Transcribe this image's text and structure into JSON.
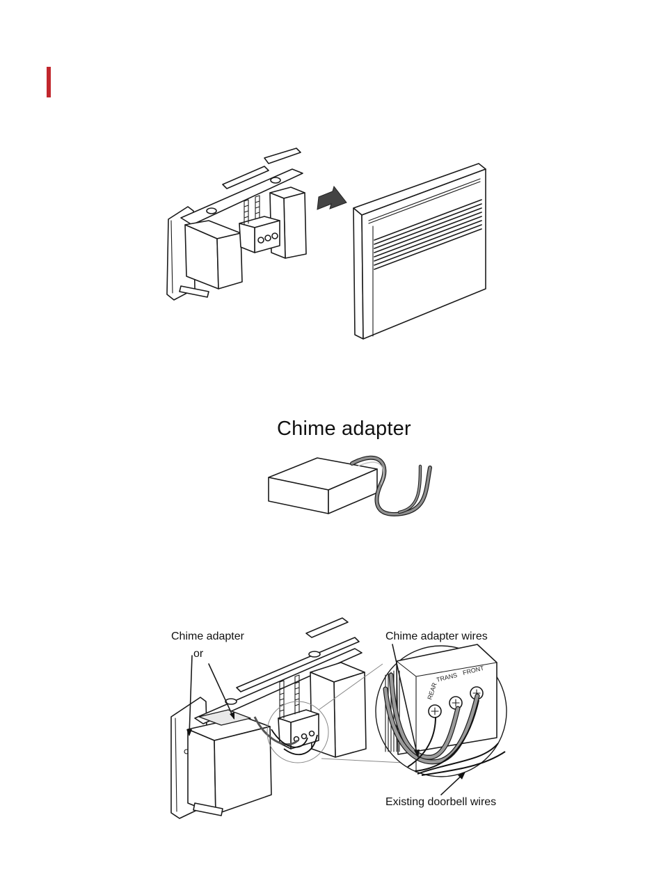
{
  "page": {
    "accent_color": "#c1272d",
    "background": "#ffffff"
  },
  "figure_1": {
    "icons": [
      "chime-mechanism-icon",
      "arrow-right-icon",
      "chime-cover-icon"
    ]
  },
  "figure_2": {
    "caption": "Chime adapter"
  },
  "figure_3": {
    "labels": {
      "chime_adapter": "Chime adapter",
      "or": "or",
      "chime_adapter_wires": "Chime adapter wires",
      "existing_doorbell_wires": "Existing doorbell wires"
    },
    "terminals": [
      "REAR",
      "TRANS",
      "FRONT"
    ]
  }
}
